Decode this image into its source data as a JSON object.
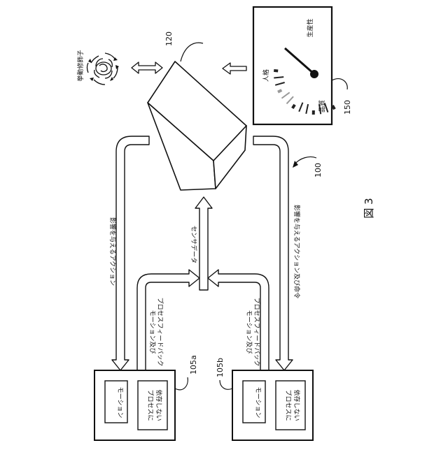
{
  "figure_label": "図 3",
  "refs": {
    "system": "100",
    "box": "120",
    "gauge": "150",
    "station_a": "105a",
    "station_b": "105b"
  },
  "modifier_label": "挙動修飾子",
  "gauge_labels": {
    "productivity": "生産性",
    "personality": "人格",
    "quality": "品質"
  },
  "arrow_labels": {
    "influence_actions": "影響を与えるアクション",
    "influence_actions_commands": "影響を与えるアクション及び命令",
    "sensor_data": "センサデータ",
    "feedback_a_line1": "モーション及び",
    "feedback_a_line2": "プロセスフィードバック",
    "feedback_b_line1": "モーション及び",
    "feedback_b_line2": "プロセスフィードバック"
  },
  "station_a": {
    "motion": "モーション",
    "process_line1": "プロセスに",
    "process_line2": "依存しない"
  },
  "station_b": {
    "motion": "モーション",
    "process_line1": "プロセスに",
    "process_line2": "依存しない"
  }
}
